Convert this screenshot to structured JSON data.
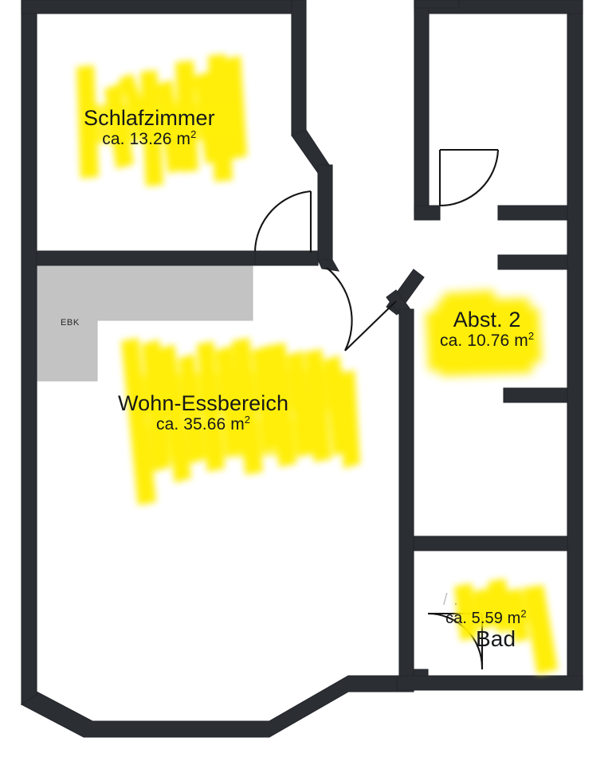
{
  "document": {
    "type": "floor-plan",
    "title": "Wohnungsgrundriss",
    "units": "m²"
  },
  "colors": {
    "wall": "#2b2e33",
    "wall_outline": "#23262b",
    "background": "#ffffff",
    "highlighter": "#ffee00",
    "kitchen_fill": "#c3c3c3",
    "door_line": "#1a1a1a",
    "text": "#16181a"
  },
  "rooms": [
    {
      "id": "schlafzimmer",
      "name": "Schlafzimmer",
      "area": "ca. 13.26 ",
      "area_unit": "m",
      "area_sup": "2",
      "highlighted": true
    },
    {
      "id": "wohn-essbereich",
      "name": "Wohn-Essbereich",
      "area": "ca. 35.66 ",
      "area_unit": "m",
      "area_sup": "2",
      "highlighted": true
    },
    {
      "id": "abst-2",
      "name": "Abst. 2",
      "area": "ca. 10.76 ",
      "area_unit": "m",
      "area_sup": "2",
      "highlighted": true
    },
    {
      "id": "bad",
      "name": "Bad",
      "area": "ca. 5.59 ",
      "area_unit": "m",
      "area_sup": "2",
      "highlighted": true
    }
  ],
  "fixtures": {
    "kitchen": {
      "label": "EBK"
    }
  },
  "erased_labels": {
    "top_right_room": {
      "name": "",
      "area": "",
      "note": "illegible"
    },
    "bad_room_overwritten": {
      "text": "/ ."
    }
  }
}
